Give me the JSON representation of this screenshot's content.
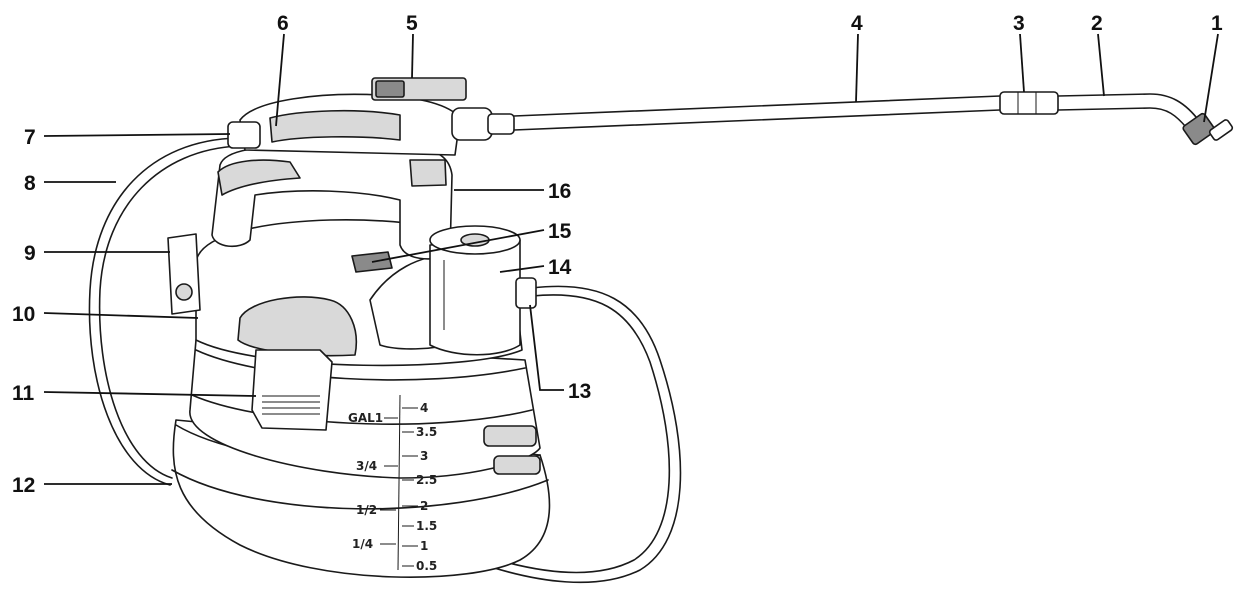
{
  "callouts": [
    {
      "number": "1"
    },
    {
      "number": "2"
    },
    {
      "number": "3"
    },
    {
      "number": "4"
    },
    {
      "number": "5"
    },
    {
      "number": "6"
    },
    {
      "number": "7"
    },
    {
      "number": "8"
    },
    {
      "number": "9"
    },
    {
      "number": "10"
    },
    {
      "number": "11"
    },
    {
      "number": "12"
    },
    {
      "number": "13"
    },
    {
      "number": "14"
    },
    {
      "number": "15"
    },
    {
      "number": "16"
    }
  ],
  "tank_scale": {
    "gallon_marks": [
      "GAL1",
      "3/4",
      "1/2",
      "1/4"
    ],
    "liter_marks": [
      "4",
      "3.5",
      "3",
      "2.5",
      "2",
      "1.5",
      "1",
      "0.5"
    ]
  }
}
